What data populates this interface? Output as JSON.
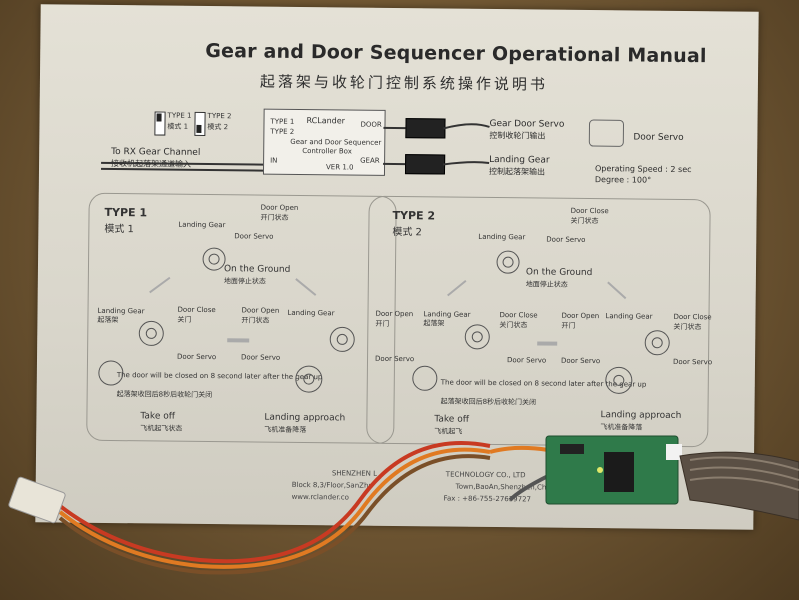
{
  "manual": {
    "title": "Gear and Door Sequencer Operational Manual",
    "title_cn": "起落架与收轮门控制系统操作说明书"
  },
  "controller": {
    "type1": "TYPE 1",
    "type1_cn": "模式 1",
    "type2": "TYPE 2",
    "type2_cn": "模式 2",
    "brand": "RCLander",
    "name": "Gear and Door Sequencer",
    "name2": "Controller Box",
    "version": "VER 1.0",
    "pin_in": "IN",
    "pin_door": "DOOR",
    "pin_gear": "GEAR"
  },
  "outputs": {
    "door_servo": "Gear Door Servo",
    "door_servo_cn": "控制收轮门输出",
    "landing_gear": "Landing Gear",
    "landing_gear_cn": "控制起落架输出",
    "rx_in": "To RX Gear Channel",
    "rx_in_cn": "接收机起落架通道输入"
  },
  "servo_spec": {
    "name": "Door Servo",
    "speed": "Operating Speed : 2 sec",
    "degree": "Degree : 100°"
  },
  "type1_panel": {
    "title": "TYPE 1",
    "title_cn": "模式 1",
    "door_open": "Door Open",
    "door_open_cn": "开门状态",
    "on_ground": "On the Ground",
    "on_ground_cn": "地面停止状态",
    "landing_gear": "Landing Gear",
    "landing_gear_cn": "起落架",
    "door_close": "Door Close",
    "door_close_cn": "关门",
    "door_servo": "Door Servo",
    "note": "The door will be closed on 8 second later after the gear up",
    "note_cn": "起落架收回后8秒后收轮门关闭",
    "takeoff": "Take off",
    "takeoff_cn": "飞机起飞状态",
    "approach": "Landing approach",
    "approach_cn": "飞机准备降落"
  },
  "type2_panel": {
    "title": "TYPE 2",
    "title_cn": "模式 2",
    "door_close": "Door Close",
    "door_close_cn": "关门状态",
    "on_ground": "On the Ground",
    "on_ground_cn": "地面停止状态",
    "door_open": "Door Open",
    "door_open_cn": "开门",
    "landing_gear": "Landing Gear",
    "landing_gear_cn": "起落架",
    "door_servo": "Door Servo",
    "note": "The door will be closed on 8 second later after the gear up",
    "note_cn": "起落架收回后8秒后收轮门关闭",
    "takeoff": "Take off",
    "takeoff_cn": "飞机起飞",
    "approach": "Landing approach",
    "approach_cn": "飞机准备降落"
  },
  "footer": {
    "company": "SHENZHEN L",
    "company_end": "TECHNOLOGY CO., LTD",
    "address": "Block 8,3/Floor,SanZhu",
    "address_end": "Town,BaoAn,Shenzhen,China",
    "web": "www.rclander.co",
    "fax": "Fax : +86-755-27639727"
  },
  "colors": {
    "paper": "#dedbd0",
    "table": "#7a5f36",
    "wire_orange": "#e07a22",
    "wire_red": "#c83a22",
    "wire_brown": "#6b4a2a",
    "pcb": "#2f7a4a"
  }
}
